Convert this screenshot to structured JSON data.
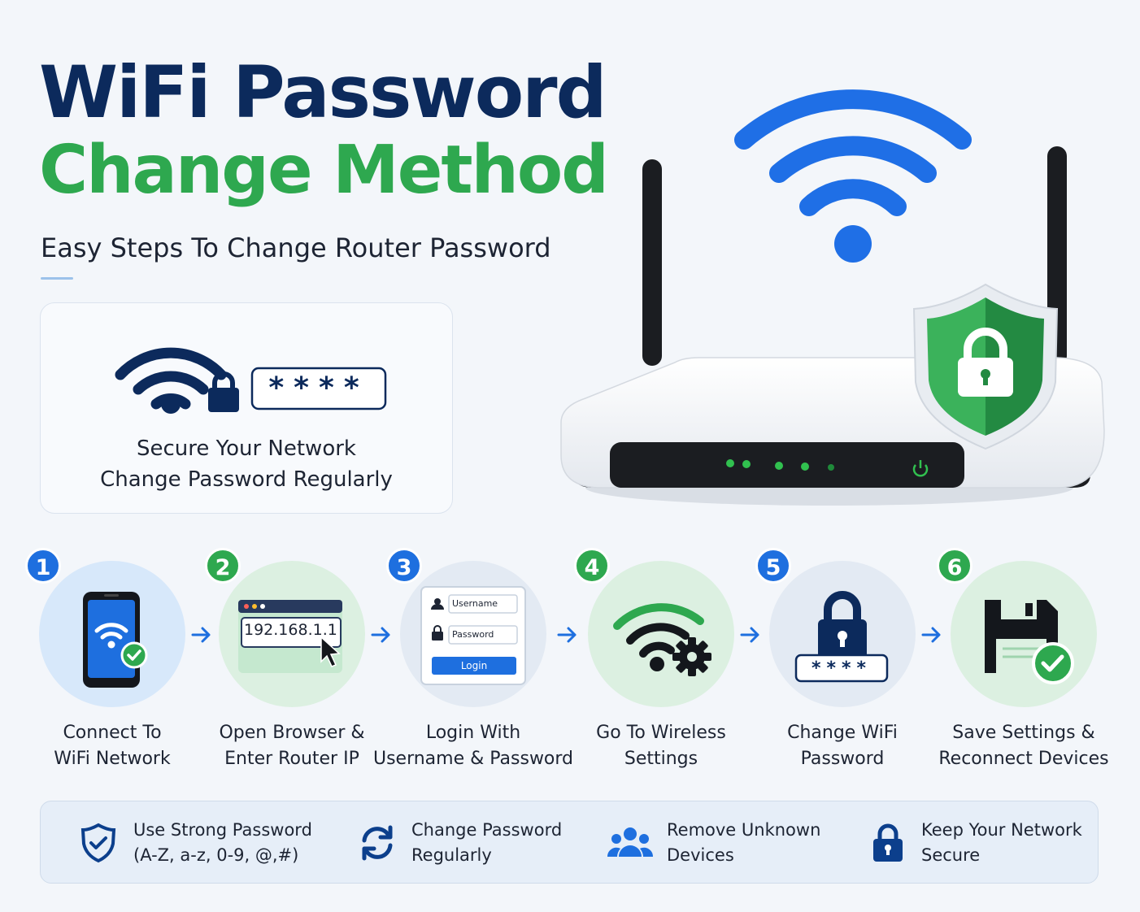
{
  "title": {
    "line1": "WiFi Password",
    "line2": "Change Method",
    "subtitle": "Easy Steps To Change Router Password"
  },
  "hero": {
    "masked_password": "****",
    "line1": "Secure Your Network",
    "line2": "Change Password Regularly"
  },
  "steps": [
    {
      "number": "1",
      "line1": "Connect To",
      "line2": "WiFi Network",
      "icon": "smartphone-wifi-icon"
    },
    {
      "number": "2",
      "line1": "Open Browser &",
      "line2": "Enter Router IP",
      "icon": "browser-window-icon",
      "ip": "192.168.1.1"
    },
    {
      "number": "3",
      "line1": "Login With",
      "line2": "Username & Password",
      "icon": "login-form-icon",
      "username": "Username",
      "password": "Password",
      "button": "Login"
    },
    {
      "number": "4",
      "line1": "Go To Wireless",
      "line2": "Settings",
      "icon": "wifi-settings-icon"
    },
    {
      "number": "5",
      "line1": "Change WiFi",
      "line2": "Password",
      "icon": "padlock-password-icon",
      "masked_password": "****"
    },
    {
      "number": "6",
      "line1": "Save Settings &",
      "line2": "Reconnect Devices",
      "icon": "save-floppy-icon"
    }
  ],
  "tips": [
    {
      "line1": "Use Strong Password",
      "line2": "(A-Z, a-z, 0-9, @,#)",
      "icon": "shield-check-icon"
    },
    {
      "line1": "Change Password",
      "line2": "Regularly",
      "icon": "refresh-icon"
    },
    {
      "line1": "Remove Unknown",
      "line2": "Devices",
      "icon": "users-icon"
    },
    {
      "line1": "Keep Your Network",
      "line2": "Secure",
      "icon": "lock-icon"
    }
  ],
  "colors": {
    "navy": "#0c2a5c",
    "green": "#2ea84f",
    "blue": "#1e6fdf",
    "wifi_blue": "#1f6fe6"
  }
}
